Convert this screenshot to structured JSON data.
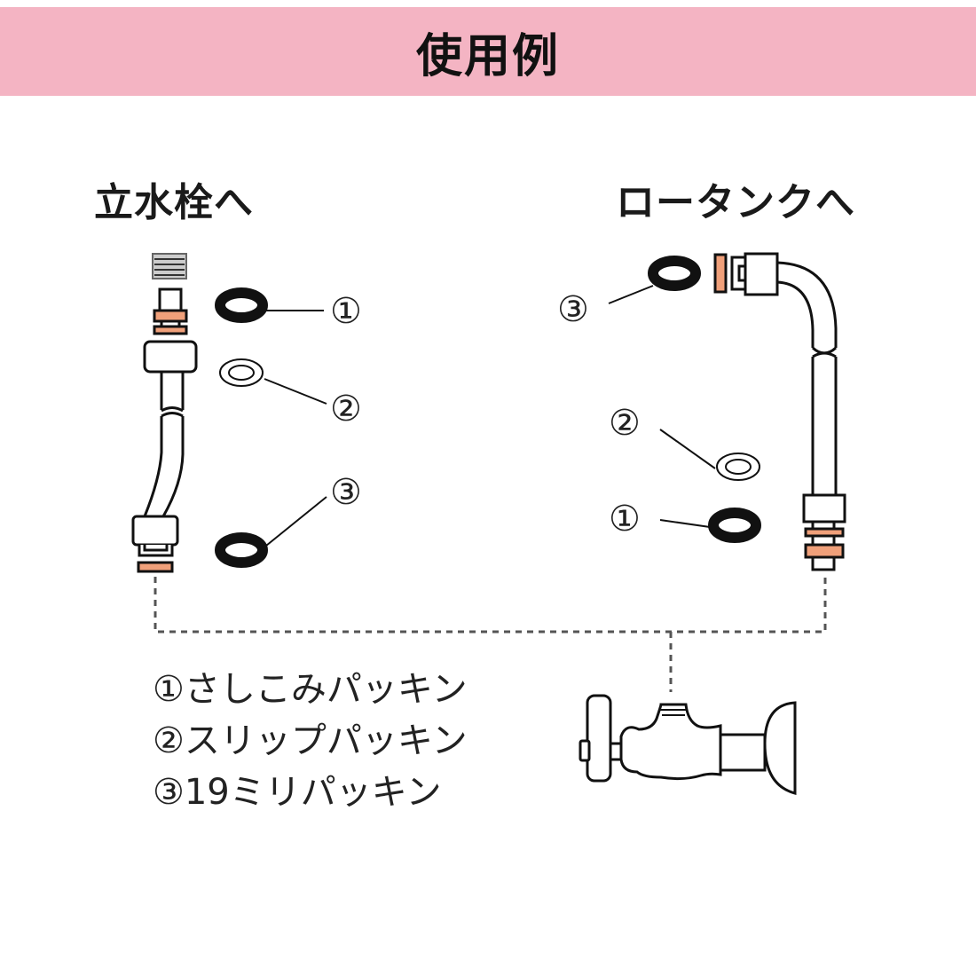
{
  "banner": {
    "title": "使用例",
    "color": "#f4b4c3"
  },
  "left_section": {
    "heading": "立水栓へ",
    "callouts": [
      "①",
      "②",
      "③"
    ]
  },
  "right_section": {
    "heading": "ロータンクへ",
    "callouts": [
      "③",
      "②",
      "①"
    ]
  },
  "legend": {
    "items": [
      {
        "marker": "①",
        "label": "さしこみパッキン"
      },
      {
        "marker": "②",
        "label": "スリップパッキン"
      },
      {
        "marker": "③",
        "label": "19ミリパッキン"
      }
    ]
  },
  "colors": {
    "gasket_accent": "#f0a07a",
    "line": "#111111",
    "dashed": "#555555"
  }
}
